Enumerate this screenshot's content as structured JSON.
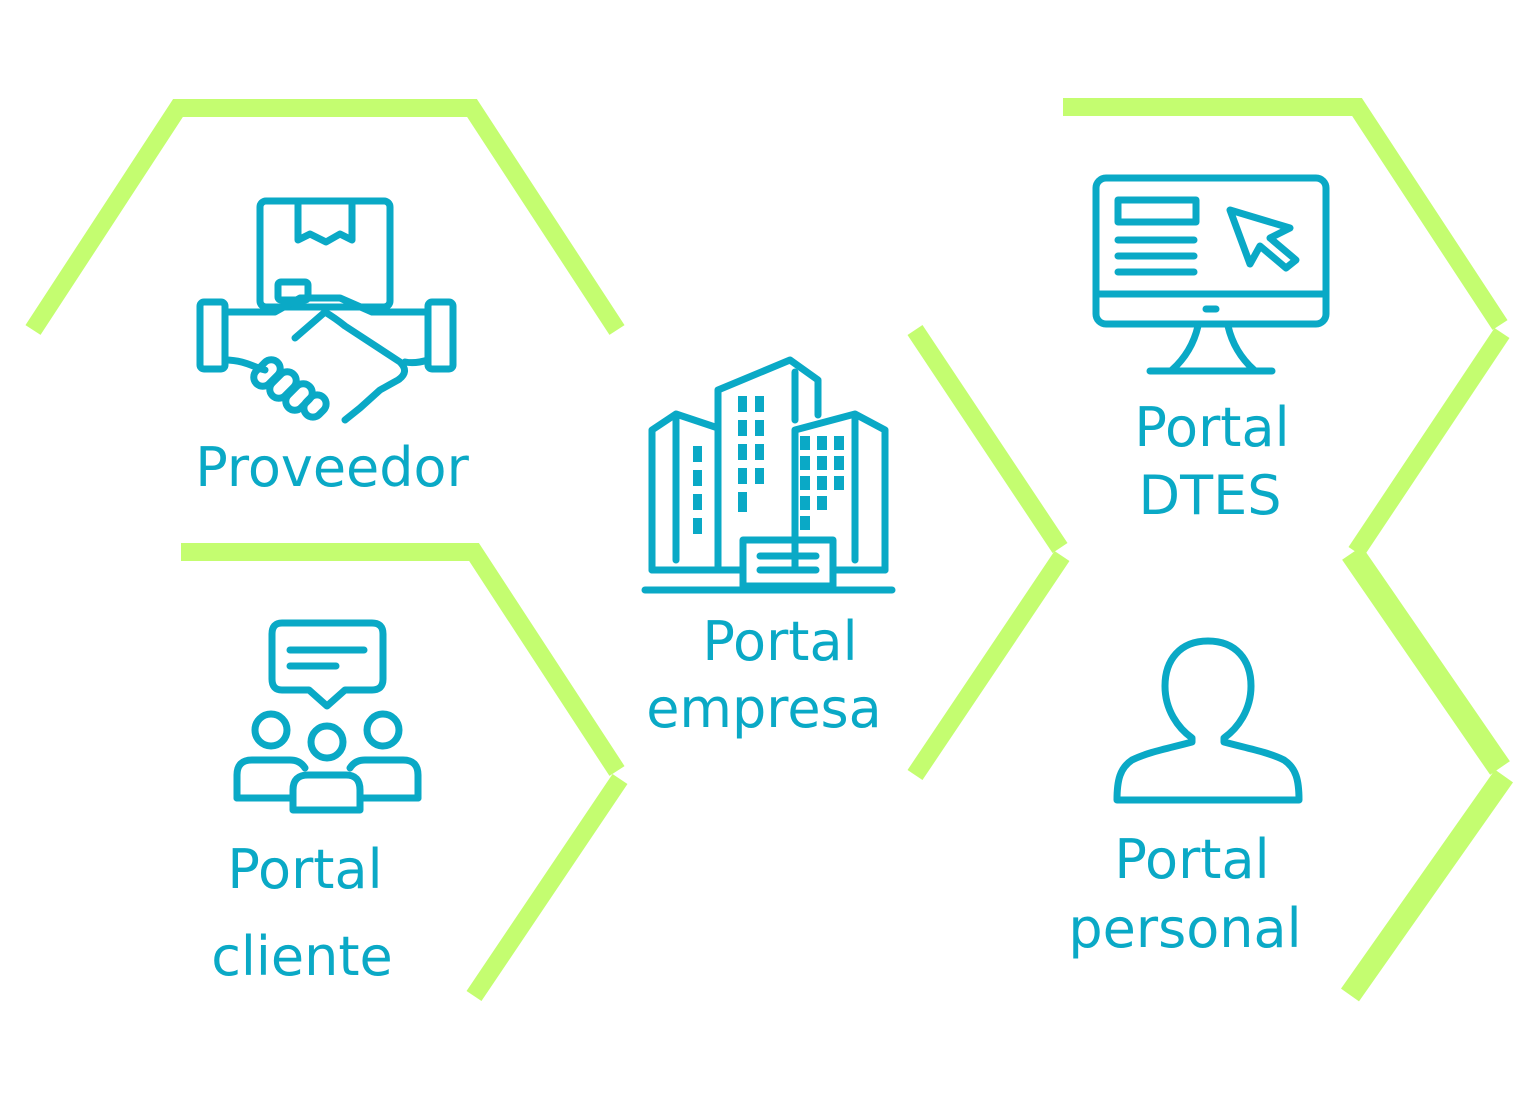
{
  "colors": {
    "accent": "#0aa9c6",
    "frame": "#c4fd70"
  },
  "nodes": [
    {
      "id": "proveedor",
      "icon": "handshake-box-icon",
      "lines": [
        "Proveedor"
      ]
    },
    {
      "id": "cliente",
      "icon": "group-chat-icon",
      "lines": [
        "Portal",
        "cliente"
      ]
    },
    {
      "id": "empresa",
      "icon": "office-buildings-icon",
      "lines": [
        "Portal",
        "empresa"
      ]
    },
    {
      "id": "dtes",
      "icon": "monitor-cursor-icon",
      "lines": [
        "Portal",
        "DTES"
      ]
    },
    {
      "id": "personal",
      "icon": "user-icon",
      "lines": [
        "Portal",
        "personal"
      ]
    }
  ]
}
